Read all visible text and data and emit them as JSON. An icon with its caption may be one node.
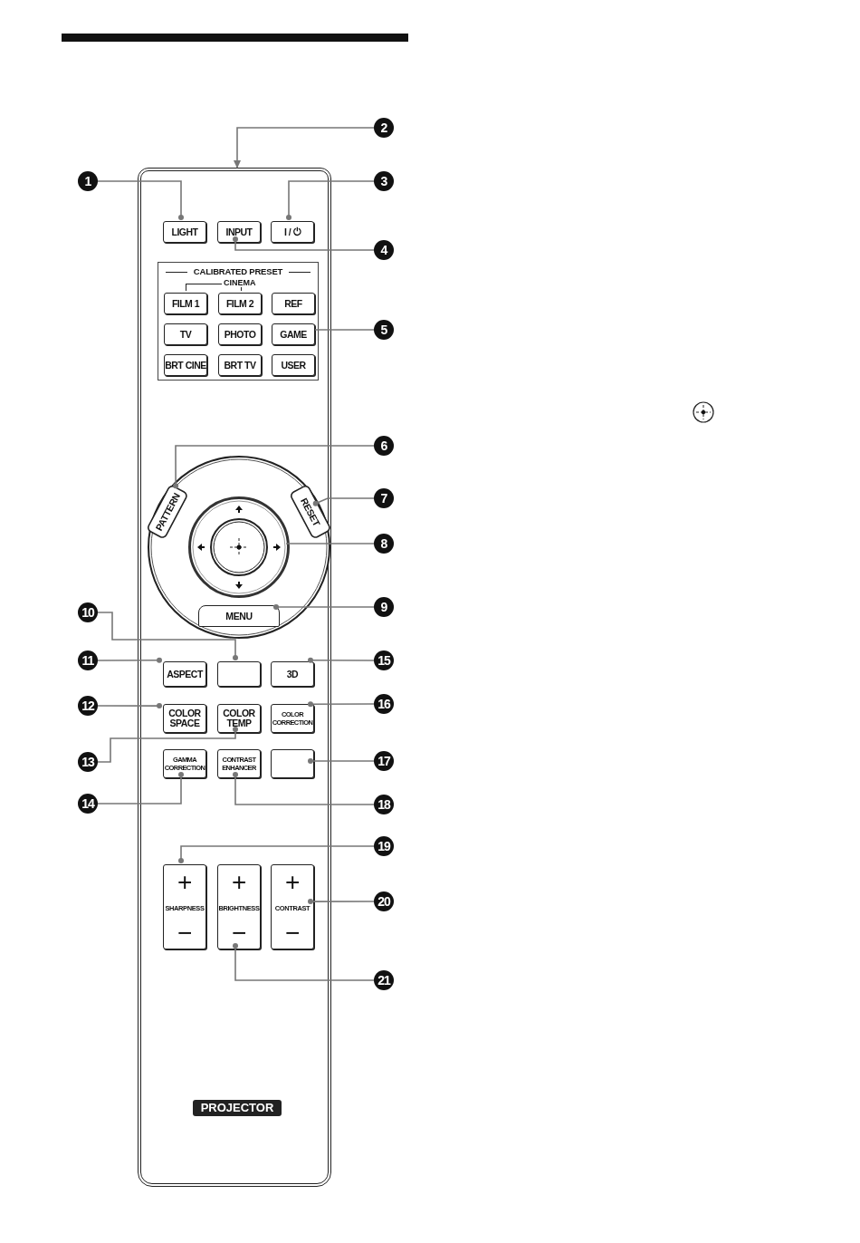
{
  "diagram": {
    "nodes": [
      {
        "text": [],
        "shape": "box"
      },
      {
        "text": [
          "LIGHT"
        ],
        "in": 0
      },
      {
        "text": [
          "INPUT"
        ],
        "in": 0
      },
      {
        "text": [
          "I / ⏻"
        ],
        "in": 0
      },
      {
        "text": [
          "CALIBRATED PRESET"
        ],
        "in": 0
      },
      {
        "text": [
          "FILM 1"
        ],
        "in": 4
      },
      {
        "text": [
          "FILM 2"
        ],
        "in": 4
      },
      {
        "text": [
          "REF"
        ],
        "in": 4
      },
      {
        "text": [
          "TV"
        ],
        "in": 4
      },
      {
        "text": [
          "PHOTO"
        ],
        "in": 4
      },
      {
        "text": [
          "GAME"
        ],
        "in": 4
      },
      {
        "text": [
          "BRT CINE"
        ],
        "in": 4
      },
      {
        "text": [
          "BRT TV"
        ],
        "in": 4
      },
      {
        "text": [
          "USER"
        ],
        "in": 4
      },
      {
        "text": [
          "PATTERN"
        ],
        "in": 0
      },
      {
        "text": [
          "RESET"
        ],
        "in": 0
      },
      {
        "text": [],
        "shape": "circle",
        "in": 0
      },
      {
        "text": [
          "MENU"
        ],
        "in": 0
      },
      {
        "text": [
          "ASPECT"
        ],
        "in": 0
      },
      {
        "text": [],
        "shape": "box",
        "in": 0
      },
      {
        "text": [
          "3D"
        ],
        "in": 0
      },
      {
        "text": [
          "COLOR SPACE"
        ],
        "in": 0
      },
      {
        "text": [
          "COLOR TEMP"
        ],
        "in": 0
      },
      {
        "text": [
          "COLOR CORRECTION"
        ],
        "in": 0
      },
      {
        "text": [
          "GAMMA CORRECTION"
        ],
        "in": 0
      },
      {
        "text": [
          "CONTRAST ENHANCER"
        ],
        "in": 0
      },
      {
        "text": [],
        "shape": "box",
        "in": 0
      },
      {
        "text": [
          "+",
          "SHARPNESS",
          "−"
        ],
        "in": 0
      },
      {
        "text": [
          "+",
          "BRIGHTNESS",
          "−"
        ],
        "in": 0
      },
      {
        "text": [
          "+",
          "CONTRAST",
          "−"
        ],
        "in": 0
      },
      {
        "text": [
          "1"
        ]
      },
      {
        "text": [
          "2"
        ]
      },
      {
        "text": [
          "3"
        ]
      },
      {
        "text": [
          "4"
        ]
      },
      {
        "text": [
          "5"
        ]
      },
      {
        "text": [
          "6"
        ]
      },
      {
        "text": [
          "7"
        ]
      },
      {
        "text": [
          "8"
        ]
      },
      {
        "text": [
          "9"
        ]
      },
      {
        "text": [
          "10"
        ]
      },
      {
        "text": [
          "11"
        ]
      },
      {
        "text": [
          "12"
        ]
      },
      {
        "text": [
          "13"
        ]
      },
      {
        "text": [
          "14"
        ]
      },
      {
        "text": [
          "15"
        ]
      },
      {
        "text": [
          "16"
        ]
      },
      {
        "text": [
          "17"
        ]
      },
      {
        "text": [
          "18"
        ]
      },
      {
        "text": [
          "19"
        ]
      },
      {
        "text": [
          "20"
        ]
      },
      {
        "text": [
          "21"
        ]
      }
    ],
    "edges": [
      {
        "from": 30,
        "to": 1,
        "arrow": "other"
      },
      {
        "from": 31,
        "to": 0,
        "arrow": "to"
      },
      {
        "from": 32,
        "to": 3,
        "arrow": "other"
      },
      {
        "from": 33,
        "to": 2,
        "arrow": "other"
      },
      {
        "from": 34,
        "to": 4,
        "arrow": "none"
      },
      {
        "from": 35,
        "to": 14,
        "arrow": "other"
      },
      {
        "from": 36,
        "to": 15,
        "arrow": "other"
      },
      {
        "from": 37,
        "to": 16,
        "arrow": "none"
      },
      {
        "from": 38,
        "to": 17,
        "arrow": "other"
      },
      {
        "from": 39,
        "to": 19,
        "arrow": "other"
      },
      {
        "from": 40,
        "to": 18,
        "arrow": "other"
      },
      {
        "from": 41,
        "to": 21,
        "arrow": "other"
      },
      {
        "from": 42,
        "to": 22,
        "arrow": "other"
      },
      {
        "from": 43,
        "to": 24,
        "arrow": "other"
      },
      {
        "from": 44,
        "to": 20,
        "arrow": "other"
      },
      {
        "from": 45,
        "to": 23,
        "arrow": "other"
      },
      {
        "from": 46,
        "to": 26,
        "arrow": "other"
      },
      {
        "from": 47,
        "to": 25,
        "arrow": "other"
      },
      {
        "from": 48,
        "to": 27,
        "arrow": "other"
      },
      {
        "from": 49,
        "to": 29,
        "arrow": "other"
      },
      {
        "from": 50,
        "to": 28,
        "arrow": "other"
      }
    ],
    "labels": [
      "CINEMA",
      "PROJECTOR"
    ]
  }
}
